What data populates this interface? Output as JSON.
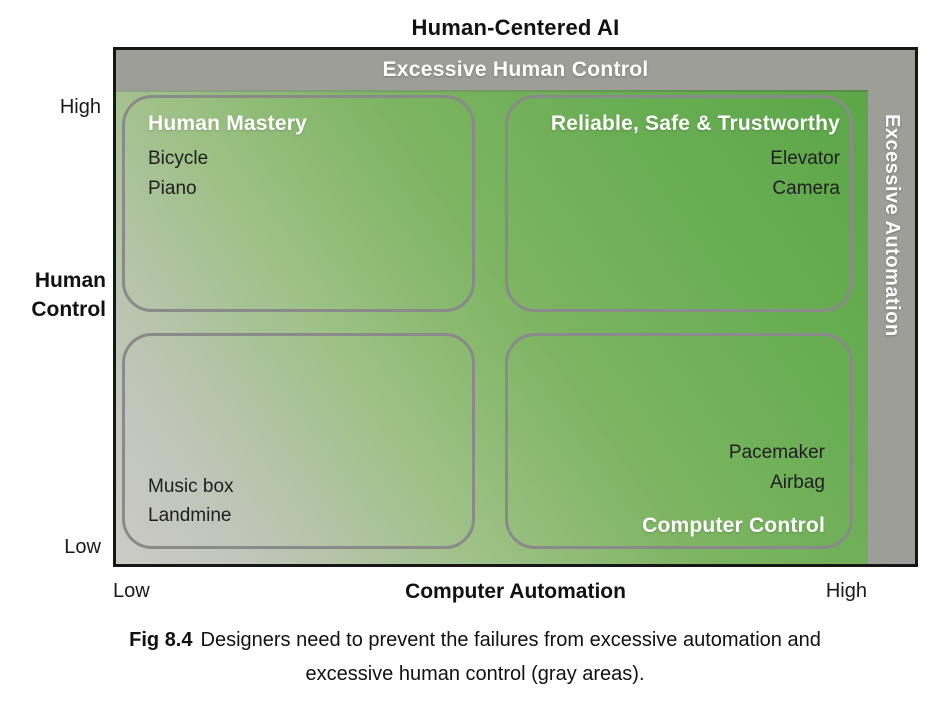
{
  "title": "Human-Centered AI",
  "bands": {
    "top": "Excessive Human Control",
    "right": "Excessive Automation"
  },
  "y_axis": {
    "high": "High",
    "label_line1": "Human",
    "label_line2": "Control",
    "low": "Low"
  },
  "x_axis": {
    "low": "Low",
    "label": "Computer Automation",
    "high": "High"
  },
  "quadrants": [
    {
      "id": "top-left",
      "title": "Human Mastery",
      "items": [
        "Bicycle",
        "Piano"
      ]
    },
    {
      "id": "top-right",
      "title": "Reliable, Safe & Trustworthy",
      "items": [
        "Elevator",
        "Camera"
      ]
    },
    {
      "id": "bottom-left",
      "title": "",
      "items": [
        "Music box",
        "Landmine"
      ]
    },
    {
      "id": "bottom-right",
      "title": "Computer Control",
      "items": [
        "Pacemaker",
        "Airbag"
      ]
    }
  ],
  "caption": {
    "label": "Fig 8.4",
    "line1": "Designers need to prevent the failures from excessive automation and",
    "line2": "excessive human control (gray areas)."
  },
  "colors": {
    "band_gray": "#9e9e99",
    "border_black": "#161616",
    "quad_border": "#8a8a8a",
    "green_deep": "#5ca648",
    "gray_light": "#cbcbc6",
    "text_dark": "#1e1e1e",
    "text_white": "#ffffff"
  }
}
